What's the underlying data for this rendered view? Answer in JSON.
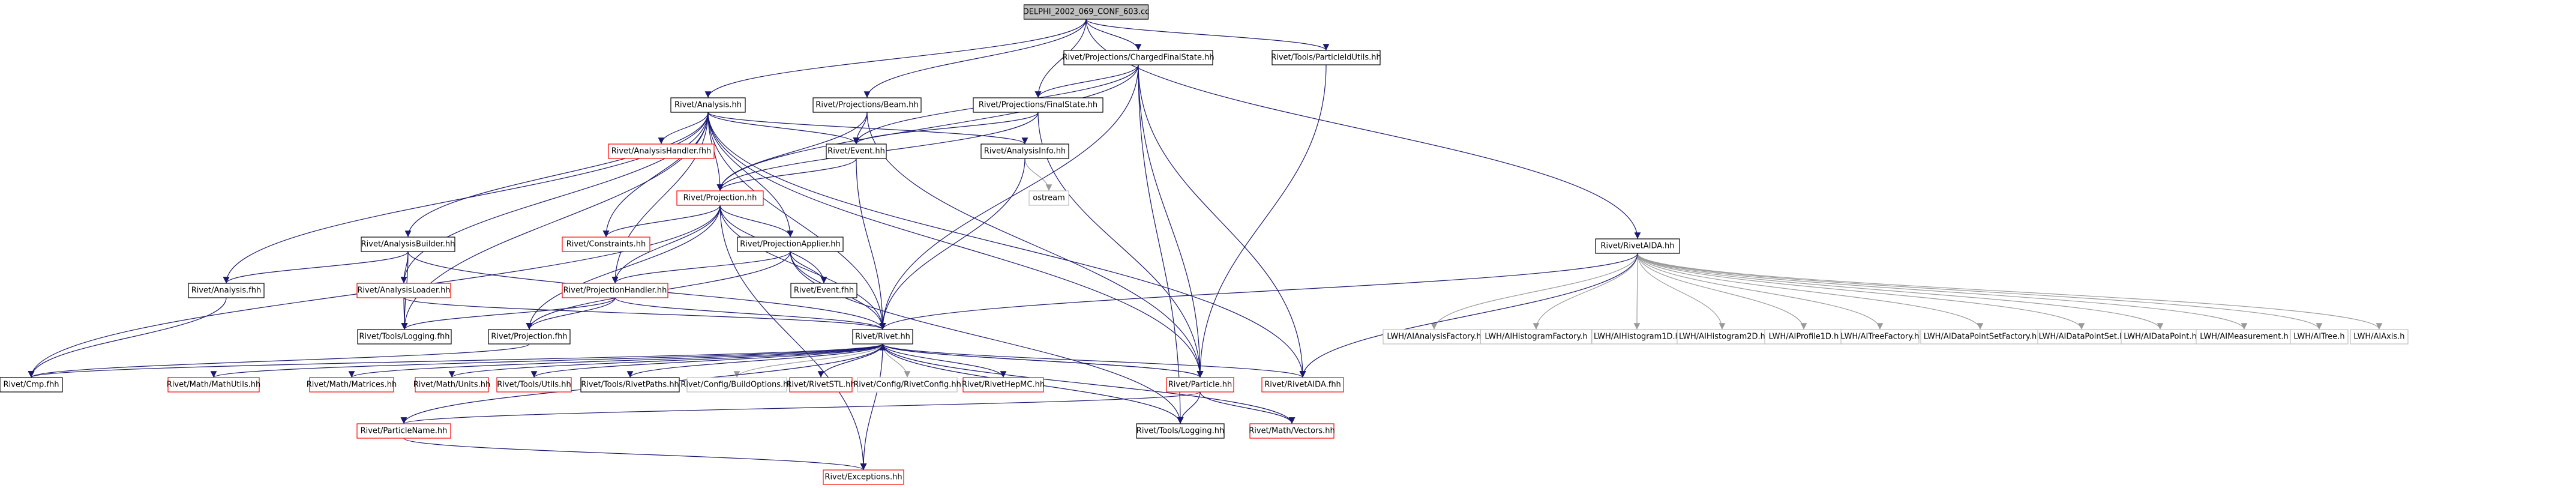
{
  "colors": {
    "edge": "#191970",
    "edge_external": "#9a9a9a",
    "border_internal": "#000000",
    "border_missing": "#ff0000",
    "border_external": "#bfbfbf",
    "root_fill": "#bfbfbf",
    "text": "#000000"
  },
  "nodes": [
    {
      "id": "root",
      "label": "DELPHI_2002_069_CONF_603.cc",
      "kind": "root"
    },
    {
      "id": "cfs",
      "label": "Rivet/Projections/ChargedFinalState.hh",
      "kind": "internal"
    },
    {
      "id": "pidu",
      "label": "Rivet/Tools/ParticleIdUtils.hh",
      "kind": "internal"
    },
    {
      "id": "ana",
      "label": "Rivet/Analysis.hh",
      "kind": "internal"
    },
    {
      "id": "beam",
      "label": "Rivet/Projections/Beam.hh",
      "kind": "internal"
    },
    {
      "id": "fs",
      "label": "Rivet/Projections/FinalState.hh",
      "kind": "internal"
    },
    {
      "id": "ahand",
      "label": "Rivet/AnalysisHandler.fhh",
      "kind": "missing"
    },
    {
      "id": "event",
      "label": "Rivet/Event.hh",
      "kind": "internal"
    },
    {
      "id": "ainfo",
      "label": "Rivet/AnalysisInfo.hh",
      "kind": "internal"
    },
    {
      "id": "ostream",
      "label": "ostream",
      "kind": "external"
    },
    {
      "id": "proj",
      "label": "Rivet/Projection.hh",
      "kind": "missing"
    },
    {
      "id": "abuild",
      "label": "Rivet/AnalysisBuilder.hh",
      "kind": "internal"
    },
    {
      "id": "constr",
      "label": "Rivet/Constraints.hh",
      "kind": "missing"
    },
    {
      "id": "papp",
      "label": "Rivet/ProjectionApplier.hh",
      "kind": "internal"
    },
    {
      "id": "afhh",
      "label": "Rivet/Analysis.fhh",
      "kind": "internal"
    },
    {
      "id": "aload",
      "label": "Rivet/AnalysisLoader.hh",
      "kind": "missing"
    },
    {
      "id": "phand",
      "label": "Rivet/ProjectionHandler.hh",
      "kind": "missing"
    },
    {
      "id": "efhh",
      "label": "Rivet/Event.fhh",
      "kind": "internal"
    },
    {
      "id": "tlogf",
      "label": "Rivet/Tools/Logging.fhh",
      "kind": "internal"
    },
    {
      "id": "pfhh",
      "label": "Rivet/Projection.fhh",
      "kind": "internal"
    },
    {
      "id": "rivet",
      "label": "Rivet/Rivet.hh",
      "kind": "internal"
    },
    {
      "id": "cmp",
      "label": "Rivet/Cmp.fhh",
      "kind": "internal"
    },
    {
      "id": "raida",
      "label": "Rivet/RivetAIDA.hh",
      "kind": "internal"
    },
    {
      "id": "l_af",
      "label": "LWH/AIAnalysisFactory.h",
      "kind": "external"
    },
    {
      "id": "l_hf",
      "label": "LWH/AIHistogramFactory.h",
      "kind": "external"
    },
    {
      "id": "l_h1",
      "label": "LWH/AIHistogram1D.h",
      "kind": "external"
    },
    {
      "id": "l_h2",
      "label": "LWH/AIHistogram2D.h",
      "kind": "external"
    },
    {
      "id": "l_p1",
      "label": "LWH/AIProfile1D.h",
      "kind": "external"
    },
    {
      "id": "l_tf",
      "label": "LWH/AITreeFactory.h",
      "kind": "external"
    },
    {
      "id": "l_dpsf",
      "label": "LWH/AIDataPointSetFactory.h",
      "kind": "external"
    },
    {
      "id": "l_dps",
      "label": "LWH/AIDataPointSet.h",
      "kind": "external"
    },
    {
      "id": "l_dp",
      "label": "LWH/AIDataPoint.h",
      "kind": "external"
    },
    {
      "id": "l_me",
      "label": "LWH/AIMeasurement.h",
      "kind": "external"
    },
    {
      "id": "l_tr",
      "label": "LWH/AITree.h",
      "kind": "external"
    },
    {
      "id": "l_ax",
      "label": "LWH/AIAxis.h",
      "kind": "external"
    },
    {
      "id": "mmu",
      "label": "Rivet/Math/MathUtils.hh",
      "kind": "missing"
    },
    {
      "id": "mmat",
      "label": "Rivet/Math/Matrices.hh",
      "kind": "missing"
    },
    {
      "id": "mun",
      "label": "Rivet/Math/Units.hh",
      "kind": "missing"
    },
    {
      "id": "tut",
      "label": "Rivet/Tools/Utils.hh",
      "kind": "missing"
    },
    {
      "id": "trp",
      "label": "Rivet/Tools/RivetPaths.hh",
      "kind": "internal"
    },
    {
      "id": "bopt",
      "label": "Rivet/Config/BuildOptions.hh",
      "kind": "external"
    },
    {
      "id": "rstl",
      "label": "Rivet/RivetSTL.hh",
      "kind": "missing"
    },
    {
      "id": "rcfg",
      "label": "Rivet/Config/RivetConfig.hh",
      "kind": "external"
    },
    {
      "id": "rhep",
      "label": "Rivet/RivetHepMC.hh",
      "kind": "missing"
    },
    {
      "id": "part",
      "label": "Rivet/Particle.hh",
      "kind": "missing"
    },
    {
      "id": "raidaf",
      "label": "Rivet/RivetAIDA.fhh",
      "kind": "missing"
    },
    {
      "id": "pname",
      "label": "Rivet/ParticleName.hh",
      "kind": "missing"
    },
    {
      "id": "tlog",
      "label": "Rivet/Tools/Logging.hh",
      "kind": "internal"
    },
    {
      "id": "mvec",
      "label": "Rivet/Math/Vectors.hh",
      "kind": "missing"
    },
    {
      "id": "exc",
      "label": "Rivet/Exceptions.hh",
      "kind": "missing"
    }
  ]
}
